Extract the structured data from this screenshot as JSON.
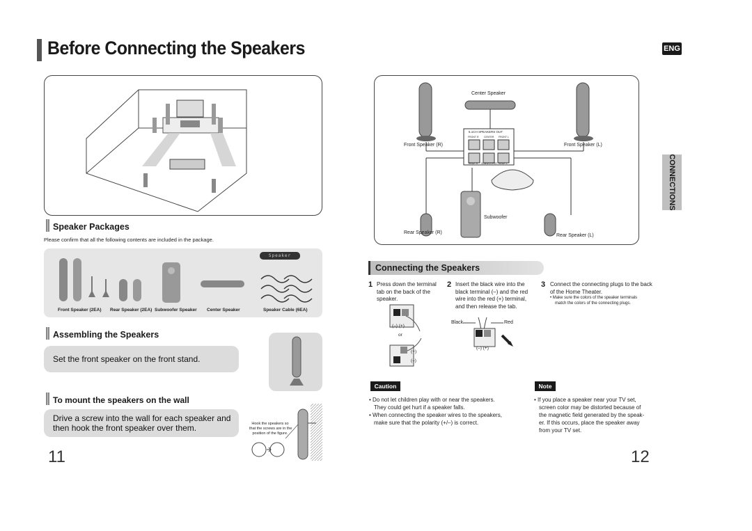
{
  "header": {
    "title": "Before Connecting the Speakers",
    "lang_badge": "ENG",
    "side_tab": "CONNECTIONS"
  },
  "packages": {
    "title": "Speaker Packages",
    "note": "Please confirm that all the following contents are included in the package.",
    "tag": "Speaker",
    "items": [
      "Front Speaker (2EA)",
      "Rear Speaker (2EA)",
      "Subwoofer Speaker",
      "Center Speaker",
      "Speaker Cable (6EA)"
    ]
  },
  "assembling": {
    "title": "Assembling the Speakers",
    "text": "Set the front speaker on the front stand."
  },
  "wall": {
    "title": "To mount the speakers on the wall",
    "text_line1": "Drive a screw into the wall for each speaker and",
    "text_line2": "then hook the front speaker over them.",
    "hint_line1": "Hook the speakers so",
    "hint_line2": "that the screws are in the",
    "hint_line3": "position of the figure."
  },
  "diagram": {
    "center": "Center Speaker",
    "front_r": "Front Speaker (R)",
    "front_l": "Front Speaker (L)",
    "subwoofer": "Subwoofer",
    "rear_r": "Rear Speaker (R)",
    "rear_l": "Rear Speaker (L)",
    "panel_title": "5.1CH SPEAKERS OUT",
    "panel_top": [
      "FRONT R",
      "CENTER",
      "FRONT L"
    ],
    "panel_bottom": [
      "REAR R",
      "SUBWOOFER",
      "REAR L"
    ]
  },
  "connecting": {
    "title": "Connecting the Speakers",
    "steps": [
      {
        "num": "1",
        "lines": [
          "Press down the terminal",
          "tab on the back of the",
          "speaker."
        ]
      },
      {
        "num": "2",
        "lines": [
          "Insert the black wire into the",
          "black terminal (–) and the red",
          "wire into the red (+) terminal,",
          "and then release the tab."
        ]
      },
      {
        "num": "3",
        "lines": [
          "Connect the connecting plugs to the back",
          "of the Home Theater."
        ]
      }
    ],
    "step3_note_line1": "Make sure the colors of the speaker terminals",
    "step3_note_line2": "match the colors of the connecting plugs.",
    "fig_minus_plus": "(–)  (+)",
    "fig_or": "or",
    "fig_plus": "(+)",
    "fig_minus": "(–)",
    "fig_black": "Black",
    "fig_red": "Red"
  },
  "caution": {
    "label": "Caution",
    "items": [
      [
        "Do not let children play with or near the speakers.",
        "They could get hurt if a speaker falls."
      ],
      [
        "When connecting the speaker wires to the speakers,",
        "make sure that the polarity (+/–) is correct."
      ]
    ]
  },
  "note": {
    "label": "Note",
    "lines": [
      "If you place a speaker near your TV set,",
      "screen color may be distorted because of",
      "the magnetic field generated by the speak-",
      "er. If this occurs, place the speaker away",
      "from your TV set."
    ]
  },
  "pages": {
    "left": "11",
    "right": "12"
  }
}
